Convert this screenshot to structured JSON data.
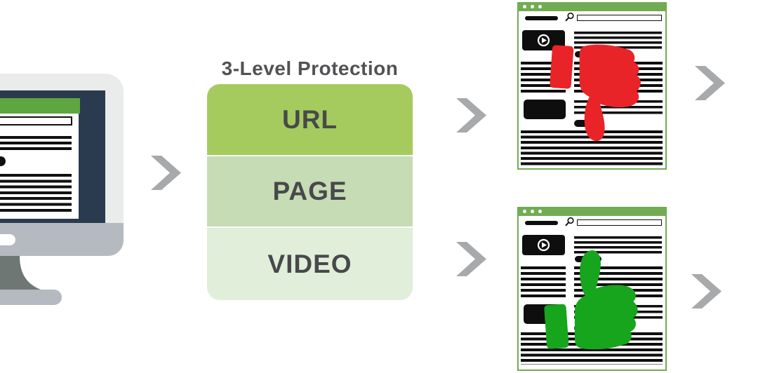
{
  "title": "3-Level Protection",
  "levels": [
    {
      "label": "URL",
      "color": "#a5cb5e"
    },
    {
      "label": "PAGE",
      "color": "#c6dcb4"
    },
    {
      "label": "VIDEO",
      "color": "#e1eeda"
    }
  ],
  "source": {
    "name": "desktop-computer-with-webpage",
    "icons": [
      "monitor-icon",
      "webpage-header",
      "search-bar",
      "bullet-point",
      "text-lines"
    ]
  },
  "results": [
    {
      "name": "blocked-page",
      "verdict_icon": "thumbs-down-icon",
      "verdict_color": "#e92428",
      "window_dots": 3,
      "icons": [
        "browser-window",
        "search-icon",
        "play-icon",
        "ad-block",
        "text-lines"
      ]
    },
    {
      "name": "allowed-page",
      "verdict_icon": "thumbs-up-icon",
      "verdict_color": "#16a51c",
      "window_dots": 3,
      "icons": [
        "browser-window",
        "search-icon",
        "play-icon",
        "ad-block",
        "text-lines"
      ]
    }
  ],
  "arrows": {
    "icon": "chevron-right-icon",
    "count": 5
  },
  "palette": {
    "bg": "#ffffff",
    "navy": "#2b3b4f",
    "monitor-body": "#e9eceb",
    "monitor-chin": "#b4bac0",
    "stand-gray": "#6e7774",
    "monitor-green": "#5ea63f",
    "browser-green": "#71ac52",
    "chevron-gray": "#a7a9ab",
    "title-gray": "#515254",
    "label-gray": "#48494b",
    "thumb-red": "#e92428",
    "thumb-green": "#16a51c"
  }
}
